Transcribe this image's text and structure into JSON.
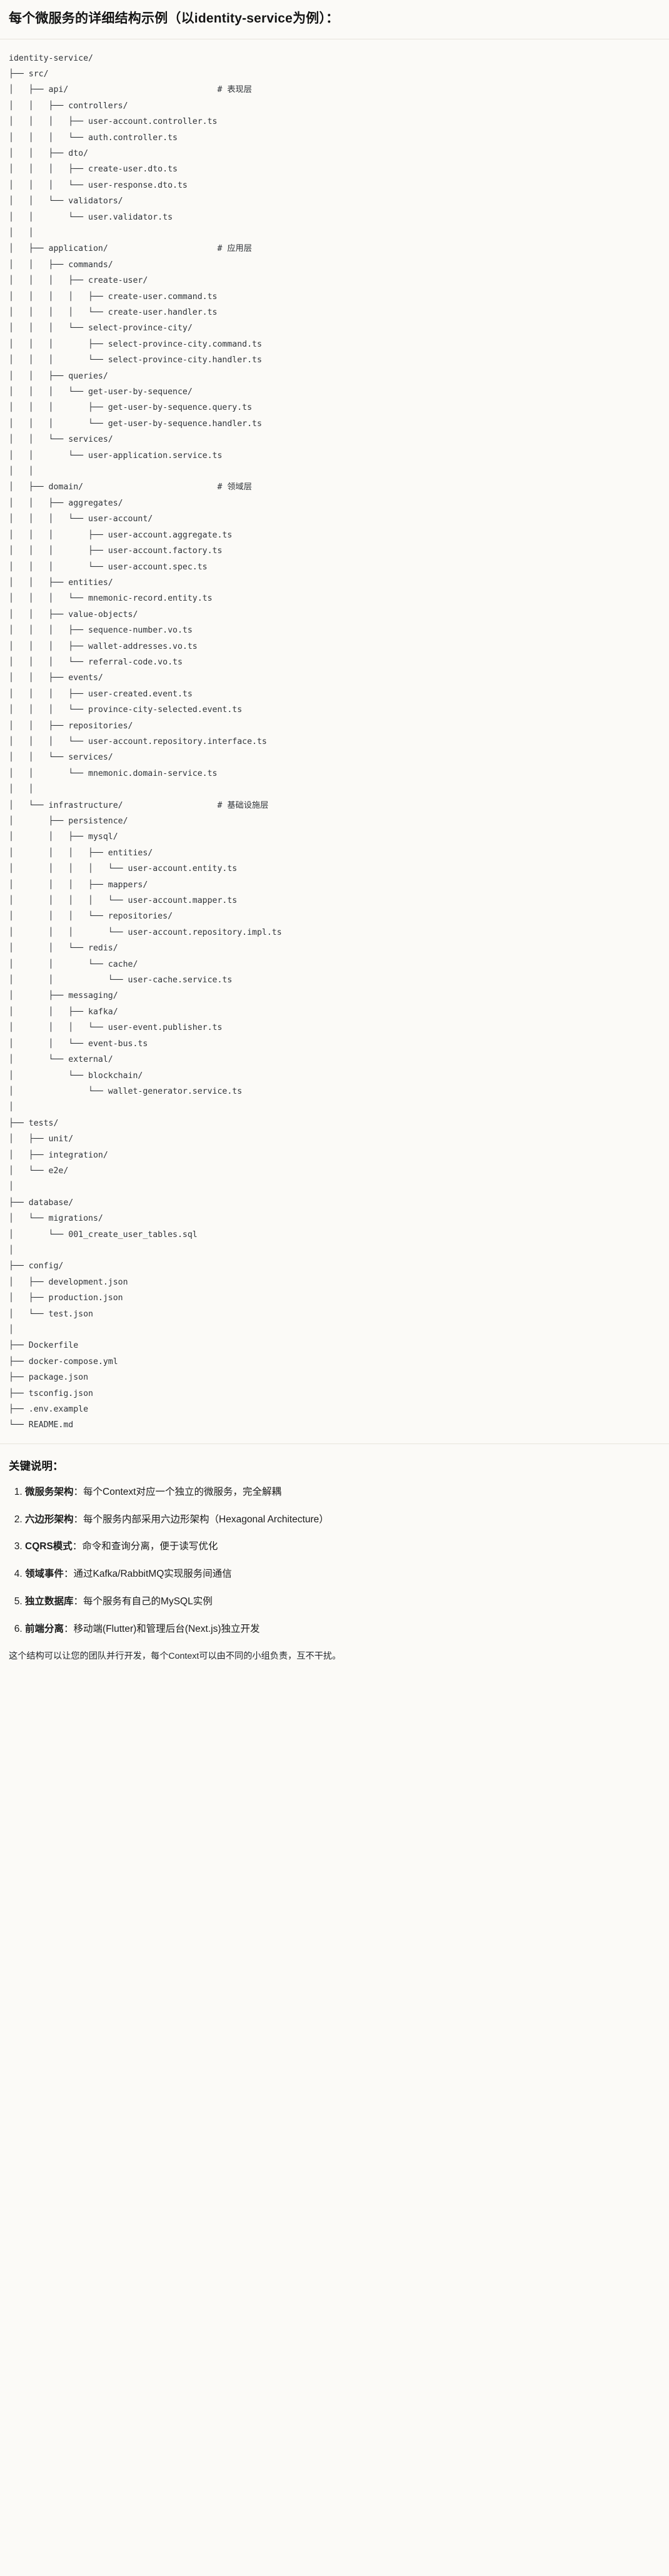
{
  "header": {
    "title": "每个微服务的详细结构示例（以identity-service为例）："
  },
  "tree": {
    "root_label": "identity-service/",
    "text": "identity-service/\n├── src/\n│   ├── api/                              # 表现层\n│   │   ├── controllers/\n│   │   │   ├── user-account.controller.ts\n│   │   │   └── auth.controller.ts\n│   │   ├── dto/\n│   │   │   ├── create-user.dto.ts\n│   │   │   └── user-response.dto.ts\n│   │   └── validators/\n│   │       └── user.validator.ts\n│   │\n│   ├── application/                      # 应用层\n│   │   ├── commands/\n│   │   │   ├── create-user/\n│   │   │   │   ├── create-user.command.ts\n│   │   │   │   └── create-user.handler.ts\n│   │   │   └── select-province-city/\n│   │   │       ├── select-province-city.command.ts\n│   │   │       └── select-province-city.handler.ts\n│   │   ├── queries/\n│   │   │   └── get-user-by-sequence/\n│   │   │       ├── get-user-by-sequence.query.ts\n│   │   │       └── get-user-by-sequence.handler.ts\n│   │   └── services/\n│   │       └── user-application.service.ts\n│   │\n│   ├── domain/                           # 领域层\n│   │   ├── aggregates/\n│   │   │   └── user-account/\n│   │   │       ├── user-account.aggregate.ts\n│   │   │       ├── user-account.factory.ts\n│   │   │       └── user-account.spec.ts\n│   │   ├── entities/\n│   │   │   └── mnemonic-record.entity.ts\n│   │   ├── value-objects/\n│   │   │   ├── sequence-number.vo.ts\n│   │   │   ├── wallet-addresses.vo.ts\n│   │   │   └── referral-code.vo.ts\n│   │   ├── events/\n│   │   │   ├── user-created.event.ts\n│   │   │   └── province-city-selected.event.ts\n│   │   ├── repositories/\n│   │   │   └── user-account.repository.interface.ts\n│   │   └── services/\n│   │       └── mnemonic.domain-service.ts\n│   │\n│   └── infrastructure/                   # 基础设施层\n│       ├── persistence/\n│       │   ├── mysql/\n│       │   │   ├── entities/\n│       │   │   │   └── user-account.entity.ts\n│       │   │   ├── mappers/\n│       │   │   │   └── user-account.mapper.ts\n│       │   │   └── repositories/\n│       │   │       └── user-account.repository.impl.ts\n│       │   └── redis/\n│       │       └── cache/\n│       │           └── user-cache.service.ts\n│       ├── messaging/\n│       │   ├── kafka/\n│       │   │   └── user-event.publisher.ts\n│       │   └── event-bus.ts\n│       └── external/\n│           └── blockchain/\n│               └── wallet-generator.service.ts\n│\n├── tests/\n│   ├── unit/\n│   ├── integration/\n│   └── e2e/\n│\n├── database/\n│   └── migrations/\n│       └── 001_create_user_tables.sql\n│\n├── config/\n│   ├── development.json\n│   ├── production.json\n│   └── test.json\n│\n├── Dockerfile\n├── docker-compose.yml\n├── package.json\n├── tsconfig.json\n├── .env.example\n└── README.md",
    "layer_comments": [
      {
        "path": "src/api/",
        "comment": "# 表现层"
      },
      {
        "path": "src/application/",
        "comment": "# 应用层"
      },
      {
        "path": "src/domain/",
        "comment": "# 领域层"
      },
      {
        "path": "src/infrastructure/",
        "comment": "# 基础设施层"
      }
    ]
  },
  "notes": {
    "heading": "关键说明：",
    "items": [
      {
        "term": "微服务架构",
        "sep": "：",
        "body": "每个Context对应一个独立的微服务，完全解耦"
      },
      {
        "term": "六边形架构",
        "sep": "：",
        "body": "每个服务内部采用六边形架构（Hexagonal Architecture）"
      },
      {
        "term": "CQRS模式",
        "sep": "：",
        "body": "命令和查询分离，便于读写优化"
      },
      {
        "term": "领域事件",
        "sep": "：",
        "body": "通过Kafka/RabbitMQ实现服务间通信"
      },
      {
        "term": "独立数据库",
        "sep": "：",
        "body": "每个服务有自己的MySQL实例"
      },
      {
        "term": "前端分离",
        "sep": "：",
        "body": "移动端(Flutter)和管理后台(Next.js)独立开发"
      }
    ],
    "closing": "这个结构可以让您的团队并行开发，每个Context可以由不同的小组负责，互不干扰。"
  },
  "colors": {
    "page_background": "#fbfaf7",
    "text": "#1b1b1b",
    "code_text": "#2f3338",
    "divider": "#e7e4dd"
  }
}
